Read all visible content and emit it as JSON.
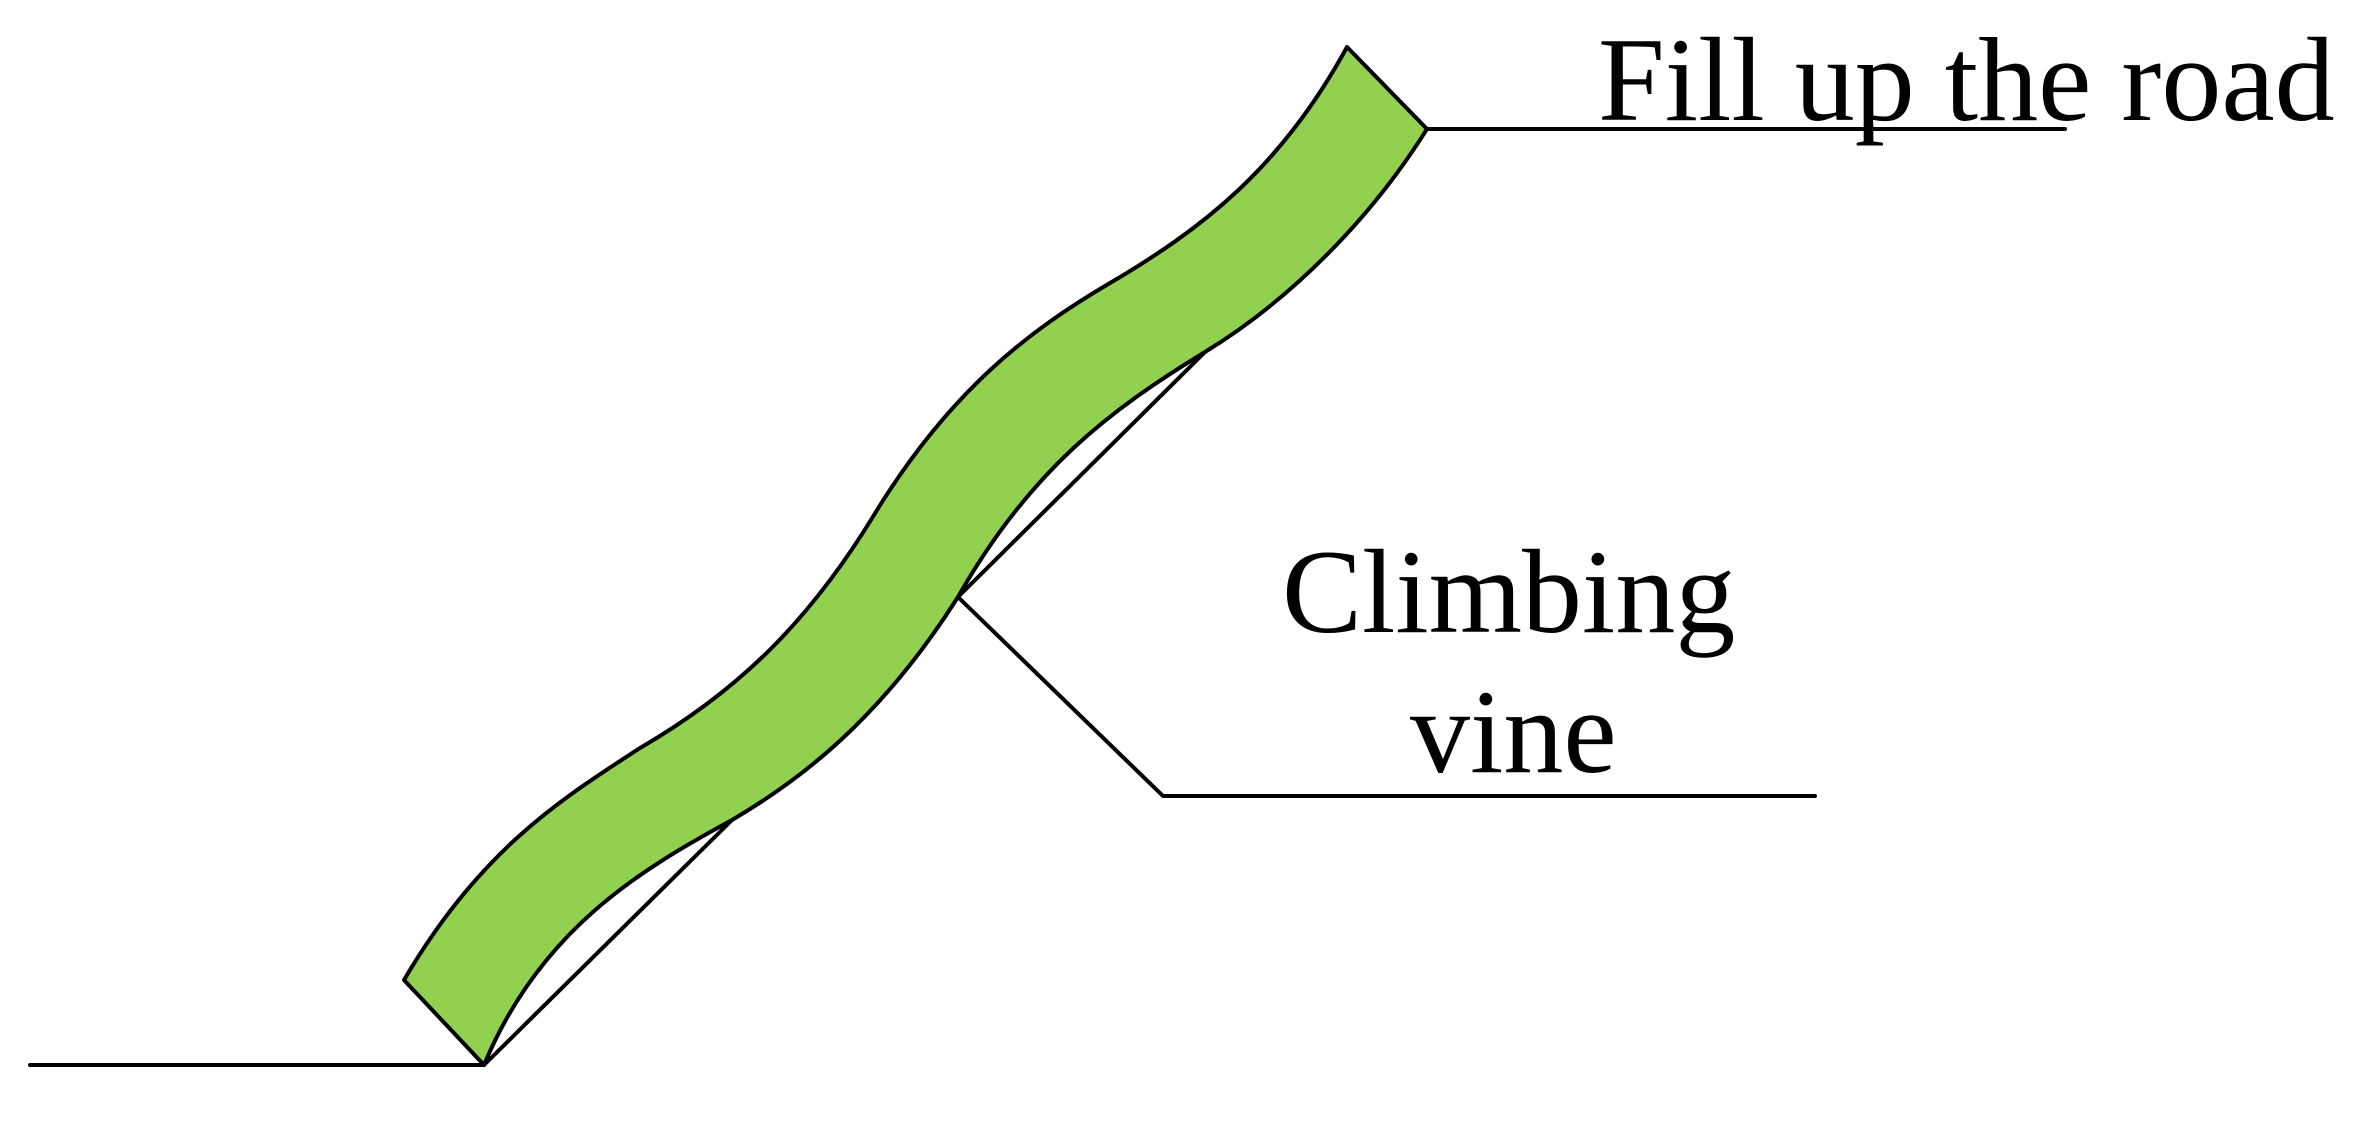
{
  "labels": {
    "road": "Fill up the road",
    "vine_line1": "Climbing",
    "vine_line2": "vine"
  },
  "colors": {
    "vine_fill": "#92d050",
    "line": "#000000",
    "background": "#ffffff"
  }
}
